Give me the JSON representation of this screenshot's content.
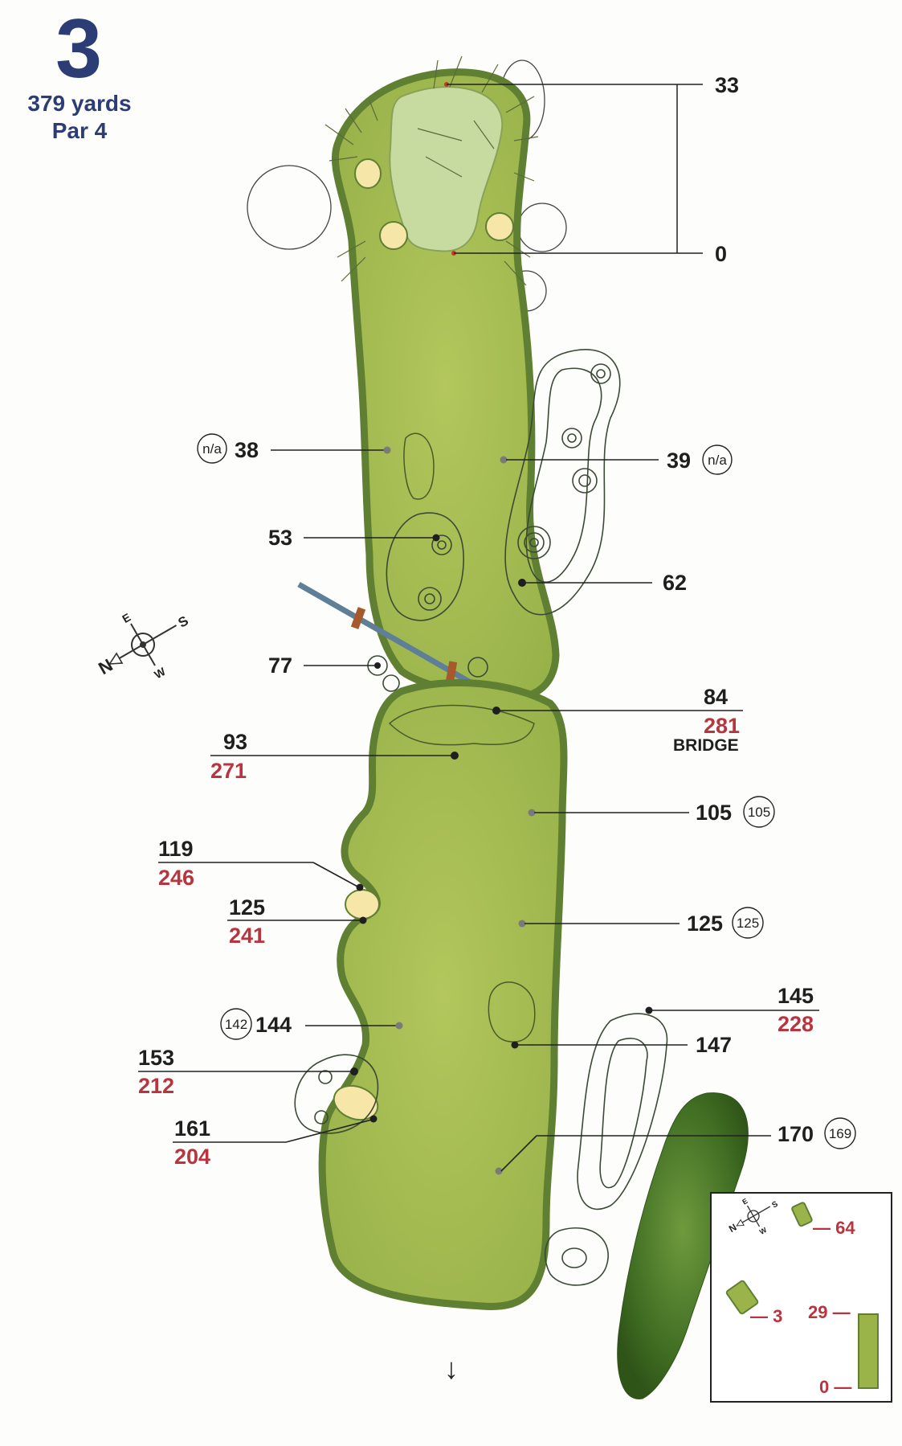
{
  "hole": {
    "number": "3",
    "yards": "379 yards",
    "par": "Par 4"
  },
  "green_scale": {
    "top": "33",
    "bottom": "0"
  },
  "distances": {
    "d38": "38",
    "d38_badge": "n/a",
    "d39": "39",
    "d39_badge": "n/a",
    "d53": "53",
    "d62": "62",
    "d77": "77",
    "d84": "84",
    "d84_red": "281",
    "bridge": "BRIDGE",
    "d93": "93",
    "d93_red": "271",
    "d105": "105",
    "d105_badge": "105",
    "d119": "119",
    "d119_red": "246",
    "d125l": "125",
    "d125l_red": "241",
    "d125r": "125",
    "d125r_badge": "125",
    "d144": "144",
    "d144_badge": "142",
    "d145": "145",
    "d145_red": "228",
    "d147": "147",
    "d153": "153",
    "d153_red": "212",
    "d161": "161",
    "d161_red": "204",
    "d170": "170",
    "d170_badge": "169"
  },
  "compass": {
    "n": "N",
    "e": "E",
    "s": "S",
    "w": "W"
  },
  "tee_box": {
    "t64": "64",
    "t3": "3",
    "t29": "29",
    "t0": "0"
  },
  "direction_arrow": "↓",
  "colors": {
    "fairway": "#9bb44a",
    "fairway_edge": "#5f7f32",
    "green": "#c7dba0",
    "bunker": "#f6e6a8",
    "water_line": "#5e7f97",
    "bridge_post": "#a65a2c",
    "trees": "#4a7a2a",
    "text_red": "#b8343f",
    "title_blue": "#2b3d74"
  }
}
